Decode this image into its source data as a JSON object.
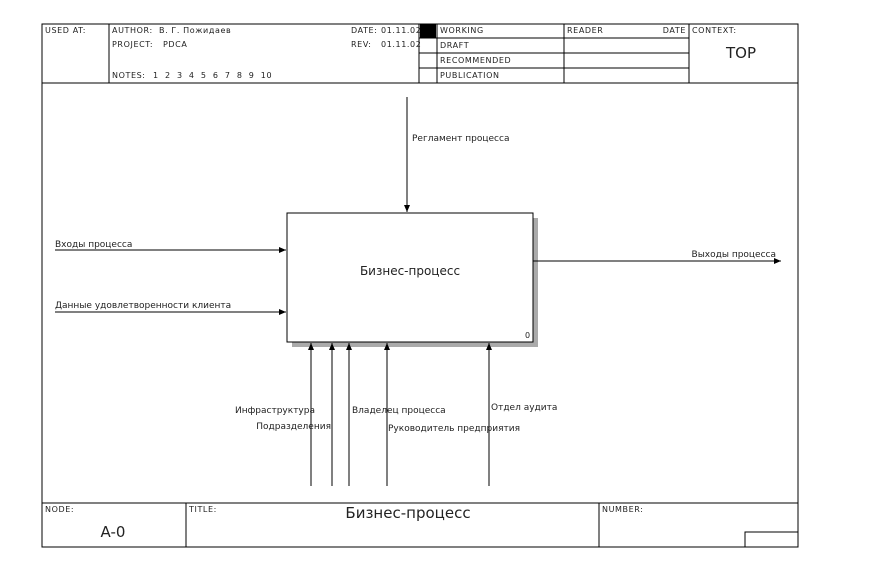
{
  "header": {
    "used_at_label": "USED AT:",
    "author_label": "AUTHOR:",
    "author_value": "В. Г. Пожидаев",
    "project_label": "PROJECT:",
    "project_value": "PDCA",
    "date_label": "DATE:",
    "date_value": "01.11.02",
    "rev_label": "REV:",
    "rev_value": "01.11.02",
    "notes_label": "NOTES:",
    "notes_numbers": "1  2  3  4  5  6  7  8  9  10",
    "status_working": "WORKING",
    "status_draft": "DRAFT",
    "status_recommended": "RECOMMENDED",
    "status_publication": "PUBLICATION",
    "reader_label": "READER",
    "reader_date_label": "DATE",
    "context_label": "CONTEXT:",
    "context_value": "TOP"
  },
  "diagram": {
    "process_box": {
      "title": "Бизнес-процесс",
      "number": "0"
    },
    "arrows": {
      "control": "Регламент процесса",
      "input_1": "Входы процесса",
      "input_2": "Данные удовлетворенности клиента",
      "output": "Выходы процесса",
      "mechanism_infrastructure": "Инфраструктура",
      "mechanism_departments": "Подразделения",
      "mechanism_owner": "Владелец процесса",
      "mechanism_director": "Руководитель предприятия",
      "mechanism_audit": "Отдел аудита"
    }
  },
  "footer": {
    "node_label": "NODE:",
    "node_value": "A-0",
    "title_label": "TITLE:",
    "title_value": "Бизнес-процесс",
    "number_label": "NUMBER:"
  }
}
